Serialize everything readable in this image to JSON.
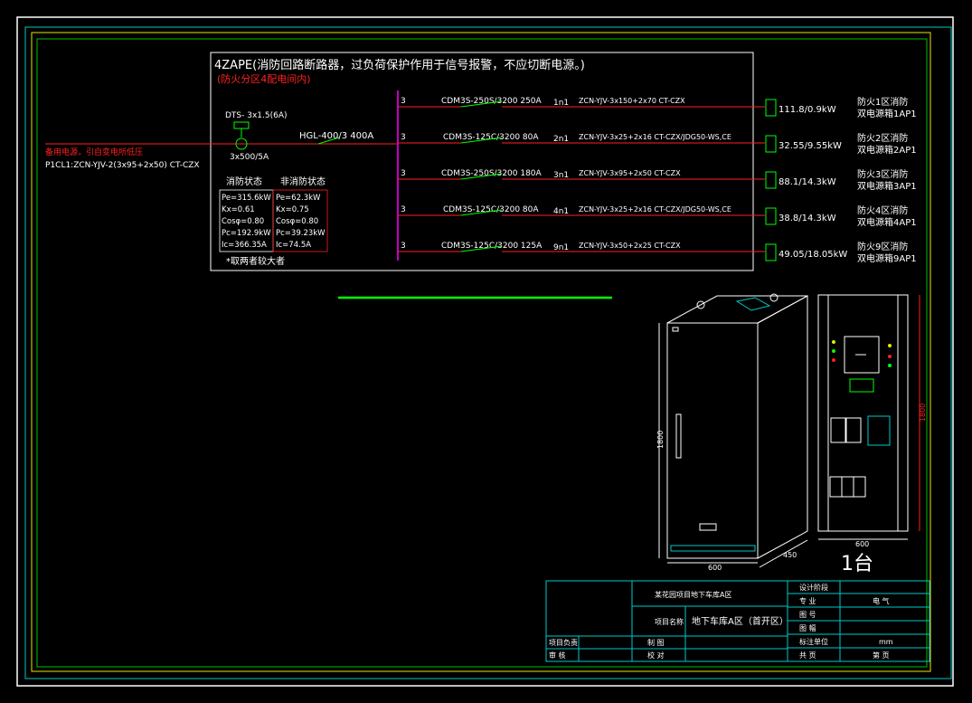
{
  "title": {
    "main": "4ZAPE(消防回路断路器，过负荷保护作用于信号报警，不应切断电源。)",
    "sub": "(防火分区4配电间内)"
  },
  "incoming": {
    "source_label": "备用电源，引自变电所低压",
    "cable": "P1CL1:ZCN-YJV-2(3x95+2x50) CT-CZX",
    "dts_label": "DTS- 3x1.5(6A)",
    "ct_label": "3x500/5A",
    "main_breaker": "HGL-400/3  400A"
  },
  "load_tables": {
    "fire": {
      "heading": "消防状态",
      "rows": [
        "Pe=315.6kW",
        "Kx=0.61",
        "Cosφ=0.80",
        "Pc=192.9kW",
        "Ic=366.35A"
      ]
    },
    "nonfire": {
      "heading": "非消防状态",
      "rows": [
        "Pe=62.3kW",
        "Kx=0.75",
        "Cosφ=0.80",
        "Pc=39.23kW",
        "Ic=74.5A"
      ]
    },
    "note": "*取两者较大者"
  },
  "circuits": [
    {
      "poles": "3",
      "breaker": "CDM3S-250S/3200 250A",
      "id": "1n1",
      "cable": "ZCN-YJV-3x150+2x70 CT-CZX",
      "power": "111.8/0.9kW",
      "dest_line1": "防火1区消防",
      "dest_line2": "双电源箱1AP1"
    },
    {
      "poles": "3",
      "breaker": "CDM3S-125C/3200 80A",
      "id": "2n1",
      "cable": "ZCN-YJV-3x25+2x16 CT-CZX/JDG50-WS,CE",
      "power": "32.55/9.55kW",
      "dest_line1": "防火2区消防",
      "dest_line2": "双电源箱2AP1"
    },
    {
      "poles": "3",
      "breaker": "CDM3S-250S/3200 180A",
      "id": "3n1",
      "cable": "ZCN-YJV-3x95+2x50 CT-CZX",
      "power": "88.1/14.3kW",
      "dest_line1": "防火3区消防",
      "dest_line2": "双电源箱3AP1"
    },
    {
      "poles": "3",
      "breaker": "CDM3S-125C/3200 80A",
      "id": "4n1",
      "cable": "ZCN-YJV-3x25+2x16 CT-CZX/JDG50-WS,CE",
      "power": "38.8/14.3kW",
      "dest_line1": "防火4区消防",
      "dest_line2": "双电源箱4AP1"
    },
    {
      "poles": "3",
      "breaker": "CDM3S-125C/3200 125A",
      "id": "9n1",
      "cable": "ZCN-YJV-3x50+2x25 CT-CZX",
      "power": "49.05/18.05kW",
      "dest_line1": "防火9区消防",
      "dest_line2": "双电源箱9AP1"
    }
  ],
  "cabinet": {
    "dim_width": "600",
    "dim_depth": "450",
    "dim_height": "1800",
    "front_width": "600",
    "front_height": "1800",
    "count": "1台"
  },
  "title_block": {
    "project": "某花园项目地下车库A区",
    "project_name_label": "项目名称",
    "project_name": "地下车库A区（首开区）",
    "left_rows": [
      "项目负责",
      "审  核"
    ],
    "mid_rows": [
      "制  图",
      "校  对"
    ],
    "right_labels": [
      "设计阶段",
      "专  业",
      "图  号",
      "图  幅",
      "标注单位",
      "共  页"
    ],
    "right_values": [
      "",
      "电  气",
      "",
      "",
      "mm",
      "第  页"
    ]
  },
  "colors": {
    "frame_cyan": "#00c8c8",
    "frame_yellow": "#e6e600",
    "frame_green": "#00c000",
    "red": "#ff2020",
    "green": "#00ff00",
    "magenta": "#c000c0"
  }
}
